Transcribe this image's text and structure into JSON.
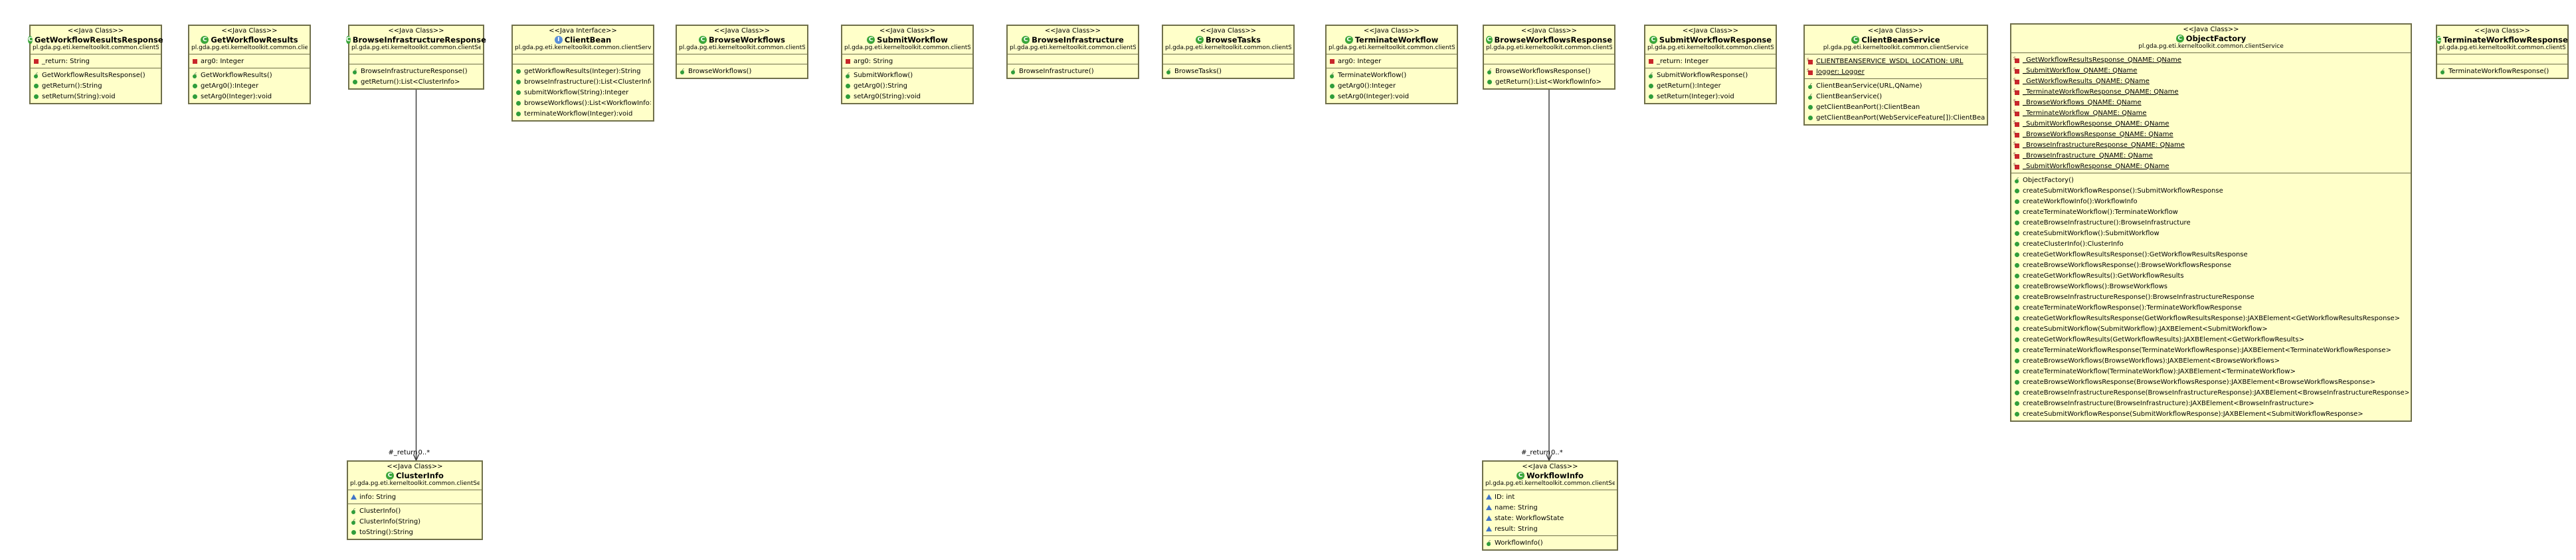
{
  "classes": [
    {
      "stereotype": "<<Java Class>>",
      "name": "GetWorkflowResultsResponse",
      "package": "pl.gda.pg.eti.kerneltoolkit.common.clientService",
      "type_icon": "class-icon",
      "fields": [
        {
          "text": "_return: String",
          "icon": "private-field-icon"
        }
      ],
      "methods": [
        {
          "text": "GetWorkflowResultsResponse()",
          "icon": "constructor-icon"
        },
        {
          "text": "getReturn():String",
          "icon": "public-method-icon"
        },
        {
          "text": "setReturn(String):void",
          "icon": "public-method-icon"
        }
      ]
    },
    {
      "stereotype": "<<Java Class>>",
      "name": "GetWorkflowResults",
      "package": "pl.gda.pg.eti.kerneltoolkit.common.clientService",
      "type_icon": "class-icon",
      "fields": [
        {
          "text": "arg0: Integer",
          "icon": "private-field-icon"
        }
      ],
      "methods": [
        {
          "text": "GetWorkflowResults()",
          "icon": "constructor-icon"
        },
        {
          "text": "getArg0():Integer",
          "icon": "public-method-icon"
        },
        {
          "text": "setArg0(Integer):void",
          "icon": "public-method-icon"
        }
      ]
    },
    {
      "stereotype": "<<Java Class>>",
      "name": "BrowseInfrastructureResponse",
      "package": "pl.gda.pg.eti.kerneltoolkit.common.clientService",
      "type_icon": "class-icon",
      "fields": [],
      "methods": [
        {
          "text": "BrowseInfrastructureResponse()",
          "icon": "constructor-icon"
        },
        {
          "text": "getReturn():List<ClusterInfo>",
          "icon": "public-method-icon"
        }
      ]
    },
    {
      "stereotype": "<<Java Interface>>",
      "name": "ClientBean",
      "package": "pl.gda.pg.eti.kerneltoolkit.common.clientService",
      "type_icon": "interface-icon",
      "fields": [],
      "methods": [
        {
          "text": "getWorkflowResults(Integer):String",
          "icon": "public-method-icon"
        },
        {
          "text": "browseInfrastructure():List<ClusterInfo>",
          "icon": "public-method-icon"
        },
        {
          "text": "submitWorkflow(String):Integer",
          "icon": "public-method-icon"
        },
        {
          "text": "browseWorkflows():List<WorkflowInfo>",
          "icon": "public-method-icon"
        },
        {
          "text": "terminateWorkflow(Integer):void",
          "icon": "public-method-icon"
        }
      ]
    },
    {
      "stereotype": "<<Java Class>>",
      "name": "BrowseWorkflows",
      "package": "pl.gda.pg.eti.kerneltoolkit.common.clientService",
      "type_icon": "class-icon",
      "fields": [],
      "methods": [
        {
          "text": "BrowseWorkflows()",
          "icon": "constructor-icon"
        }
      ]
    },
    {
      "stereotype": "<<Java Class>>",
      "name": "SubmitWorkflow",
      "package": "pl.gda.pg.eti.kerneltoolkit.common.clientService",
      "type_icon": "class-icon",
      "fields": [
        {
          "text": "arg0: String",
          "icon": "private-field-icon"
        }
      ],
      "methods": [
        {
          "text": "SubmitWorkflow()",
          "icon": "constructor-icon"
        },
        {
          "text": "getArg0():String",
          "icon": "public-method-icon"
        },
        {
          "text": "setArg0(String):void",
          "icon": "public-method-icon"
        }
      ]
    },
    {
      "stereotype": "<<Java Class>>",
      "name": "BrowseInfrastructure",
      "package": "pl.gda.pg.eti.kerneltoolkit.common.clientService",
      "type_icon": "class-icon",
      "fields": [],
      "methods": [
        {
          "text": "BrowseInfrastructure()",
          "icon": "constructor-icon"
        }
      ]
    },
    {
      "stereotype": "<<Java Class>>",
      "name": "BrowseTasks",
      "package": "pl.gda.pg.eti.kerneltoolkit.common.clientService",
      "type_icon": "class-icon",
      "fields": [],
      "methods": [
        {
          "text": "BrowseTasks()",
          "icon": "constructor-icon"
        }
      ]
    },
    {
      "stereotype": "<<Java Class>>",
      "name": "TerminateWorkflow",
      "package": "pl.gda.pg.eti.kerneltoolkit.common.clientService",
      "type_icon": "class-icon",
      "fields": [
        {
          "text": "arg0: Integer",
          "icon": "private-field-icon"
        }
      ],
      "methods": [
        {
          "text": "TerminateWorkflow()",
          "icon": "constructor-icon"
        },
        {
          "text": "getArg0():Integer",
          "icon": "public-method-icon"
        },
        {
          "text": "setArg0(Integer):void",
          "icon": "public-method-icon"
        }
      ]
    },
    {
      "stereotype": "<<Java Class>>",
      "name": "BrowseWorkflowsResponse",
      "package": "pl.gda.pg.eti.kerneltoolkit.common.clientService",
      "type_icon": "class-icon",
      "fields": [],
      "methods": [
        {
          "text": "BrowseWorkflowsResponse()",
          "icon": "constructor-icon"
        },
        {
          "text": "getReturn():List<WorkflowInfo>",
          "icon": "public-method-icon"
        }
      ]
    },
    {
      "stereotype": "<<Java Class>>",
      "name": "SubmitWorkflowResponse",
      "package": "pl.gda.pg.eti.kerneltoolkit.common.clientService",
      "type_icon": "class-icon",
      "fields": [
        {
          "text": "_return: Integer",
          "icon": "private-field-icon"
        }
      ],
      "methods": [
        {
          "text": "SubmitWorkflowResponse()",
          "icon": "constructor-icon"
        },
        {
          "text": "getReturn():Integer",
          "icon": "public-method-icon"
        },
        {
          "text": "setReturn(Integer):void",
          "icon": "public-method-icon"
        }
      ]
    },
    {
      "stereotype": "<<Java Class>>",
      "name": "ClientBeanService",
      "package": "pl.gda.pg.eti.kerneltoolkit.common.clientService",
      "type_icon": "class-icon",
      "fields": [
        {
          "text": "CLIENTBEANSERVICE_WSDL_LOCATION: URL",
          "icon": "static-final-field-icon",
          "static": true
        },
        {
          "text": "logger: Logger",
          "icon": "static-final-field-icon",
          "static": true
        }
      ],
      "methods": [
        {
          "text": "ClientBeanService(URL,QName)",
          "icon": "constructor-icon"
        },
        {
          "text": "ClientBeanService()",
          "icon": "constructor-icon"
        },
        {
          "text": "getClientBeanPort():ClientBean",
          "icon": "public-method-icon"
        },
        {
          "text": "getClientBeanPort(WebServiceFeature[]):ClientBean",
          "icon": "public-method-icon"
        }
      ]
    },
    {
      "stereotype": "<<Java Class>>",
      "name": "ObjectFactory",
      "package": "pl.gda.pg.eti.kerneltoolkit.common.clientService",
      "type_icon": "class-icon",
      "fields": [
        {
          "text": "_GetWorkflowResultsResponse_QNAME: QName",
          "icon": "static-final-field-icon",
          "static": true
        },
        {
          "text": "_SubmitWorkflow_QNAME: QName",
          "icon": "static-final-field-icon",
          "static": true
        },
        {
          "text": "_GetWorkflowResults_QNAME: QName",
          "icon": "static-final-field-icon",
          "static": true
        },
        {
          "text": "_TerminateWorkflowResponse_QNAME: QName",
          "icon": "static-final-field-icon",
          "static": true
        },
        {
          "text": "_BrowseWorkflows_QNAME: QName",
          "icon": "static-final-field-icon",
          "static": true
        },
        {
          "text": "_TerminateWorkflow_QNAME: QName",
          "icon": "static-final-field-icon",
          "static": true
        },
        {
          "text": "_SubmitWorkflowResponse_QNAME: QName",
          "icon": "static-final-field-icon",
          "static": true
        },
        {
          "text": "_BrowseWorkflowsResponse_QNAME: QName",
          "icon": "static-final-field-icon",
          "static": true
        },
        {
          "text": "_BrowseInfrastructureResponse_QNAME: QName",
          "icon": "static-final-field-icon",
          "static": true
        },
        {
          "text": "_BrowseInfrastructure_QNAME: QName",
          "icon": "static-final-field-icon",
          "static": true
        },
        {
          "text": "_SubmitWorkflowResponse_QNAME: QName",
          "icon": "static-final-field-icon",
          "static": true
        }
      ],
      "methods": [
        {
          "text": "ObjectFactory()",
          "icon": "constructor-icon"
        },
        {
          "text": "createSubmitWorkflowResponse():SubmitWorkflowResponse",
          "icon": "public-method-icon"
        },
        {
          "text": "createWorkflowInfo():WorkflowInfo",
          "icon": "public-method-icon"
        },
        {
          "text": "createTerminateWorkflow():TerminateWorkflow",
          "icon": "public-method-icon"
        },
        {
          "text": "createBrowseInfrastructure():BrowseInfrastructure",
          "icon": "public-method-icon"
        },
        {
          "text": "createSubmitWorkflow():SubmitWorkflow",
          "icon": "public-method-icon"
        },
        {
          "text": "createClusterInfo():ClusterInfo",
          "icon": "public-method-icon"
        },
        {
          "text": "createGetWorkflowResultsResponse():GetWorkflowResultsResponse",
          "icon": "public-method-icon"
        },
        {
          "text": "createBrowseWorkflowsResponse():BrowseWorkflowsResponse",
          "icon": "public-method-icon"
        },
        {
          "text": "createGetWorkflowResults():GetWorkflowResults",
          "icon": "public-method-icon"
        },
        {
          "text": "createBrowseWorkflows():BrowseWorkflows",
          "icon": "public-method-icon"
        },
        {
          "text": "createBrowseInfrastructureResponse():BrowseInfrastructureResponse",
          "icon": "public-method-icon"
        },
        {
          "text": "createTerminateWorkflowResponse():TerminateWorkflowResponse",
          "icon": "public-method-icon"
        },
        {
          "text": "createGetWorkflowResultsResponse(GetWorkflowResultsResponse):JAXBElement<GetWorkflowResultsResponse>",
          "icon": "public-method-icon"
        },
        {
          "text": "createSubmitWorkflow(SubmitWorkflow):JAXBElement<SubmitWorkflow>",
          "icon": "public-method-icon"
        },
        {
          "text": "createGetWorkflowResults(GetWorkflowResults):JAXBElement<GetWorkflowResults>",
          "icon": "public-method-icon"
        },
        {
          "text": "createTerminateWorkflowResponse(TerminateWorkflowResponse):JAXBElement<TerminateWorkflowResponse>",
          "icon": "public-method-icon"
        },
        {
          "text": "createBrowseWorkflows(BrowseWorkflows):JAXBElement<BrowseWorkflows>",
          "icon": "public-method-icon"
        },
        {
          "text": "createTerminateWorkflow(TerminateWorkflow):JAXBElement<TerminateWorkflow>",
          "icon": "public-method-icon"
        },
        {
          "text": "createBrowseWorkflowsResponse(BrowseWorkflowsResponse):JAXBElement<BrowseWorkflowsResponse>",
          "icon": "public-method-icon"
        },
        {
          "text": "createBrowseInfrastructureResponse(BrowseInfrastructureResponse):JAXBElement<BrowseInfrastructureResponse>",
          "icon": "public-method-icon"
        },
        {
          "text": "createBrowseInfrastructure(BrowseInfrastructure):JAXBElement<BrowseInfrastructure>",
          "icon": "public-method-icon"
        },
        {
          "text": "createSubmitWorkflowResponse(SubmitWorkflowResponse):JAXBElement<SubmitWorkflowResponse>",
          "icon": "public-method-icon"
        }
      ]
    },
    {
      "stereotype": "<<Java Class>>",
      "name": "TerminateWorkflowResponse",
      "package": "pl.gda.pg.eti.kerneltoolkit.common.clientService",
      "type_icon": "class-icon",
      "fields": [],
      "methods": [
        {
          "text": "TerminateWorkflowResponse()",
          "icon": "constructor-icon"
        }
      ]
    },
    {
      "stereotype": "<<Java Class>>",
      "name": "ClusterInfo",
      "package": "pl.gda.pg.eti.kerneltoolkit.common.clientService",
      "type_icon": "class-icon",
      "fields": [
        {
          "text": "info: String",
          "icon": "default-field-icon"
        }
      ],
      "methods": [
        {
          "text": "ClusterInfo()",
          "icon": "constructor-icon"
        },
        {
          "text": "ClusterInfo(String)",
          "icon": "constructor-icon"
        },
        {
          "text": "toString():String",
          "icon": "public-method-icon"
        }
      ]
    },
    {
      "stereotype": "<<Java Class>>",
      "name": "WorkflowInfo",
      "package": "pl.gda.pg.eti.kerneltoolkit.common.clientService",
      "type_icon": "class-icon",
      "fields": [
        {
          "text": "ID: int",
          "icon": "default-field-icon"
        },
        {
          "text": "name: String",
          "icon": "default-field-icon"
        },
        {
          "text": "state: WorkflowState",
          "icon": "default-field-icon"
        },
        {
          "text": "result: String",
          "icon": "default-field-icon"
        }
      ],
      "methods": [
        {
          "text": "WorkflowInfo()",
          "icon": "constructor-icon"
        }
      ]
    }
  ],
  "associations": [
    {
      "from": "BrowseInfrastructureResponse",
      "to": "ClusterInfo",
      "role": "#_return",
      "multiplicity": "0..*"
    },
    {
      "from": "BrowseWorkflowsResponse",
      "to": "WorkflowInfo",
      "role": "#_return",
      "multiplicity": "0..*"
    }
  ]
}
